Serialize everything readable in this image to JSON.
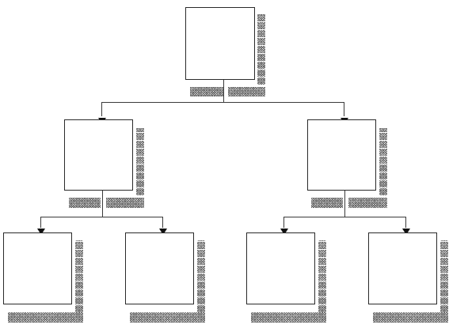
{
  "diagram": {
    "type": "tree",
    "nodes": [
      {
        "id": "root",
        "label": "",
        "parent": null
      },
      {
        "id": "left",
        "label": "",
        "parent": "root"
      },
      {
        "id": "right",
        "label": "",
        "parent": "root"
      },
      {
        "id": "left-left",
        "label": "",
        "parent": "left"
      },
      {
        "id": "left-right",
        "label": "",
        "parent": "left"
      },
      {
        "id": "right-left",
        "label": "",
        "parent": "right"
      },
      {
        "id": "right-right",
        "label": "",
        "parent": "right"
      }
    ],
    "colors": {
      "line": "#3a3a3a",
      "shadow": "#6a6a6a",
      "background": "#ffffff"
    }
  }
}
